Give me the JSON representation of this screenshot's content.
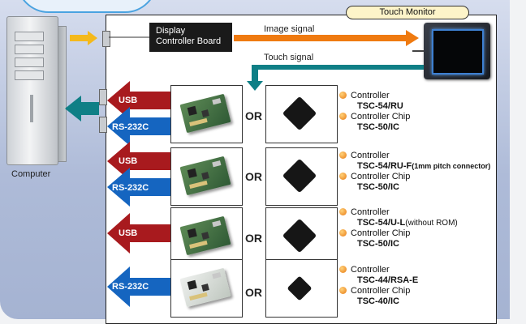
{
  "title": "Touch Monitor",
  "computer": {
    "label": "Computer"
  },
  "display_board": {
    "line1": "Display",
    "line2": "Controller Board"
  },
  "signals": {
    "image": "Image signal",
    "touch": "Touch signal"
  },
  "arrows": {
    "usb": "USB",
    "rs232c": "RS-232C",
    "or": "OR"
  },
  "options": [
    {
      "interfaces": [
        "USB",
        "RS-232C"
      ],
      "controller_label": "Controller",
      "controller_model": "TSC-54/RU",
      "controller_note": "",
      "chip_label": "Controller Chip",
      "chip_model": "TSC-50/IC"
    },
    {
      "interfaces": [
        "USB",
        "RS-232C"
      ],
      "controller_label": "Controller",
      "controller_model": "TSC-54/RU-F",
      "controller_note": "(1mm pitch connector)",
      "chip_label": "Controller Chip",
      "chip_model": "TSC-50/IC"
    },
    {
      "interfaces": [
        "USB"
      ],
      "controller_label": "Controller",
      "controller_model": "TSC-54/U-L",
      "controller_note": "(without ROM)",
      "chip_label": "Controller Chip",
      "chip_model": "TSC-50/IC"
    },
    {
      "interfaces": [
        "RS-232C"
      ],
      "controller_label": "Controller",
      "controller_model": "TSC-44/RSA-E",
      "controller_note": "",
      "chip_label": "Controller Chip",
      "chip_model": "TSC-40/IC"
    }
  ],
  "colors": {
    "usb_arrow": "#a81a1e",
    "rs232c_arrow": "#1565c0",
    "image_signal": "#ef7a10",
    "touch_signal": "#0f7f86",
    "input_arrow": "#f4b91c",
    "output_arrow": "#0f7f86"
  }
}
